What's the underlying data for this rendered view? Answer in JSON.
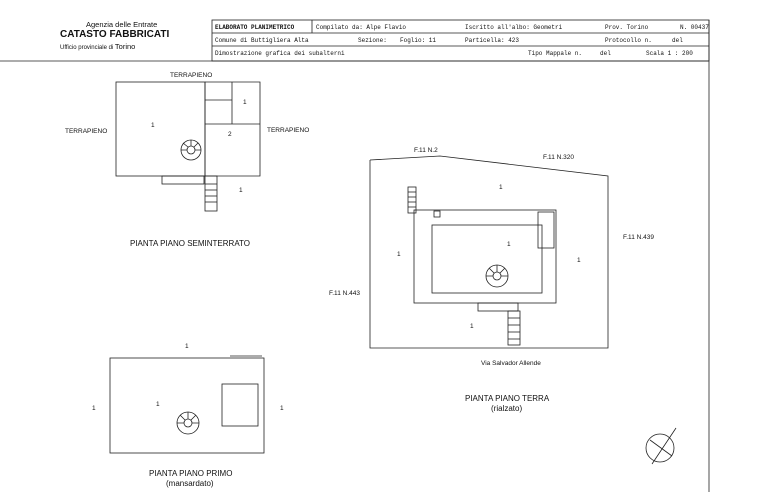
{
  "office": {
    "agency": "Agenzia delle Entrate",
    "catasto": "CATASTO FABBRICATI",
    "provincial": "Ufficio provinciale di",
    "city": "Torino"
  },
  "header": {
    "row1": {
      "doc_type": "ELABORATO PLANIMETRICO",
      "compiled_by": "Compilato da: Alpe Flavio",
      "registered": "Iscritto all'albo: Geometri",
      "prov": "Prov. Torino",
      "number": "N. 00437"
    },
    "row2": {
      "comune": "Comune di Buttigliera Alta",
      "sezione": "Sezione:",
      "foglio": "Foglio: 11",
      "particella": "Particella: 423",
      "protocollo": "Protocollo n.",
      "del": "del"
    },
    "row3": {
      "demo": "Dimostrazione grafica dei subalterni",
      "tipo": "Tipo Mappale n.",
      "del": "del",
      "scala": "Scala 1 : 200"
    }
  },
  "plans": {
    "seminterrato": {
      "title": "PIANTA PIANO SEMINTERRATO",
      "terrapieno_top": "TERRAPIENO",
      "terrapieno_left": "TERRAPIENO",
      "terrapieno_right": "TERRAPIENO",
      "sub_main": "1",
      "sub_room": "2",
      "sub_small": "1",
      "sub_outside": "1"
    },
    "terra": {
      "title": "PIANTA PIANO TERRA",
      "subtitle": "(rialzato)",
      "street": "Via Salvador Allende",
      "f_n2": "F.11 N.2",
      "f_n320": "F.11 N.320",
      "f_n439": "F.11 N.439",
      "f_n443": "F.11 N.443",
      "sub_top": "1",
      "sub_center": "1",
      "sub_left": "1",
      "sub_right": "1",
      "sub_bottom": "1"
    },
    "primo": {
      "title": "PIANTA PIANO PRIMO",
      "subtitle": "(mansardato)",
      "sub_top": "1",
      "sub_left": "1",
      "sub_inner": "1",
      "sub_right": "1"
    }
  },
  "north_arrow": {
    "icon": "north-arrow-icon"
  }
}
